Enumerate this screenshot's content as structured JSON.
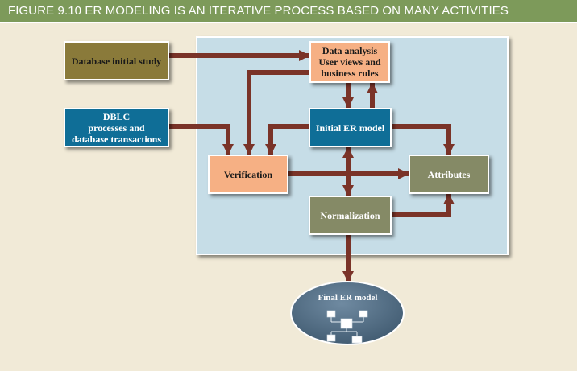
{
  "figure": {
    "title": "FIGURE 9.10  ER MODELING IS AN ITERATIVE PROCESS BASED ON MANY ACTIVITIES"
  },
  "nodes": {
    "database_initial_study": "Database initial study",
    "dblc": "DBLC\nprocesses and\ndatabase transactions",
    "data_analysis": "Data analysis\nUser views and\nbusiness rules",
    "initial_er_model": "Initial ER model",
    "verification": "Verification",
    "attributes": "Attributes",
    "normalization": "Normalization",
    "final_er_model": "Final ER model"
  },
  "colors": {
    "banner": "#7d9a5a",
    "background": "#f1ead7",
    "panel": "#c6dde7",
    "arrow": "#7a3328",
    "peach": "#f6b084",
    "blue": "#0f6e97",
    "olive": "#8a7a3a",
    "grey_green": "#858a66",
    "final_ellipse": "#4f6b82"
  }
}
